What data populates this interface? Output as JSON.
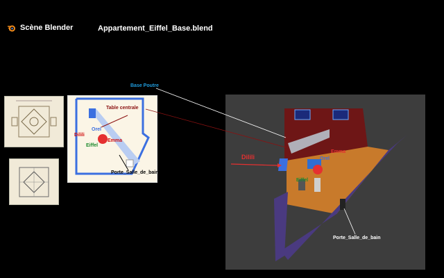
{
  "header": {
    "app_title": "Scène Blender",
    "file_name": "Appartement_Eiffel_Base.blend",
    "app_icon": "blender-icon"
  },
  "plan_labels": {
    "base_poutre": "Base Poutre",
    "table_centrale": "Table centrale",
    "orel": "Orel",
    "emma": "Emma",
    "dilili": "Dilili",
    "eiffel": "Eiffel",
    "porte": "Porte_Salle_de_bain"
  },
  "viewport_labels": {
    "dilili": "Dilili",
    "emma": "Emma",
    "orel": "Orel",
    "eiffel": "Eiffel",
    "porte": "Porte_Salle_de_bain"
  },
  "colors": {
    "background": "#000000",
    "plan_wall": "#3b6fe0",
    "beam": "#b9cdf2",
    "emma": "#e53030",
    "dilili": "#e53030",
    "orel": "#3b6fe0",
    "eiffel": "#1e8a2e",
    "base_poutre": "#1f9bdc",
    "viewport_bg": "#3d3d3d"
  }
}
